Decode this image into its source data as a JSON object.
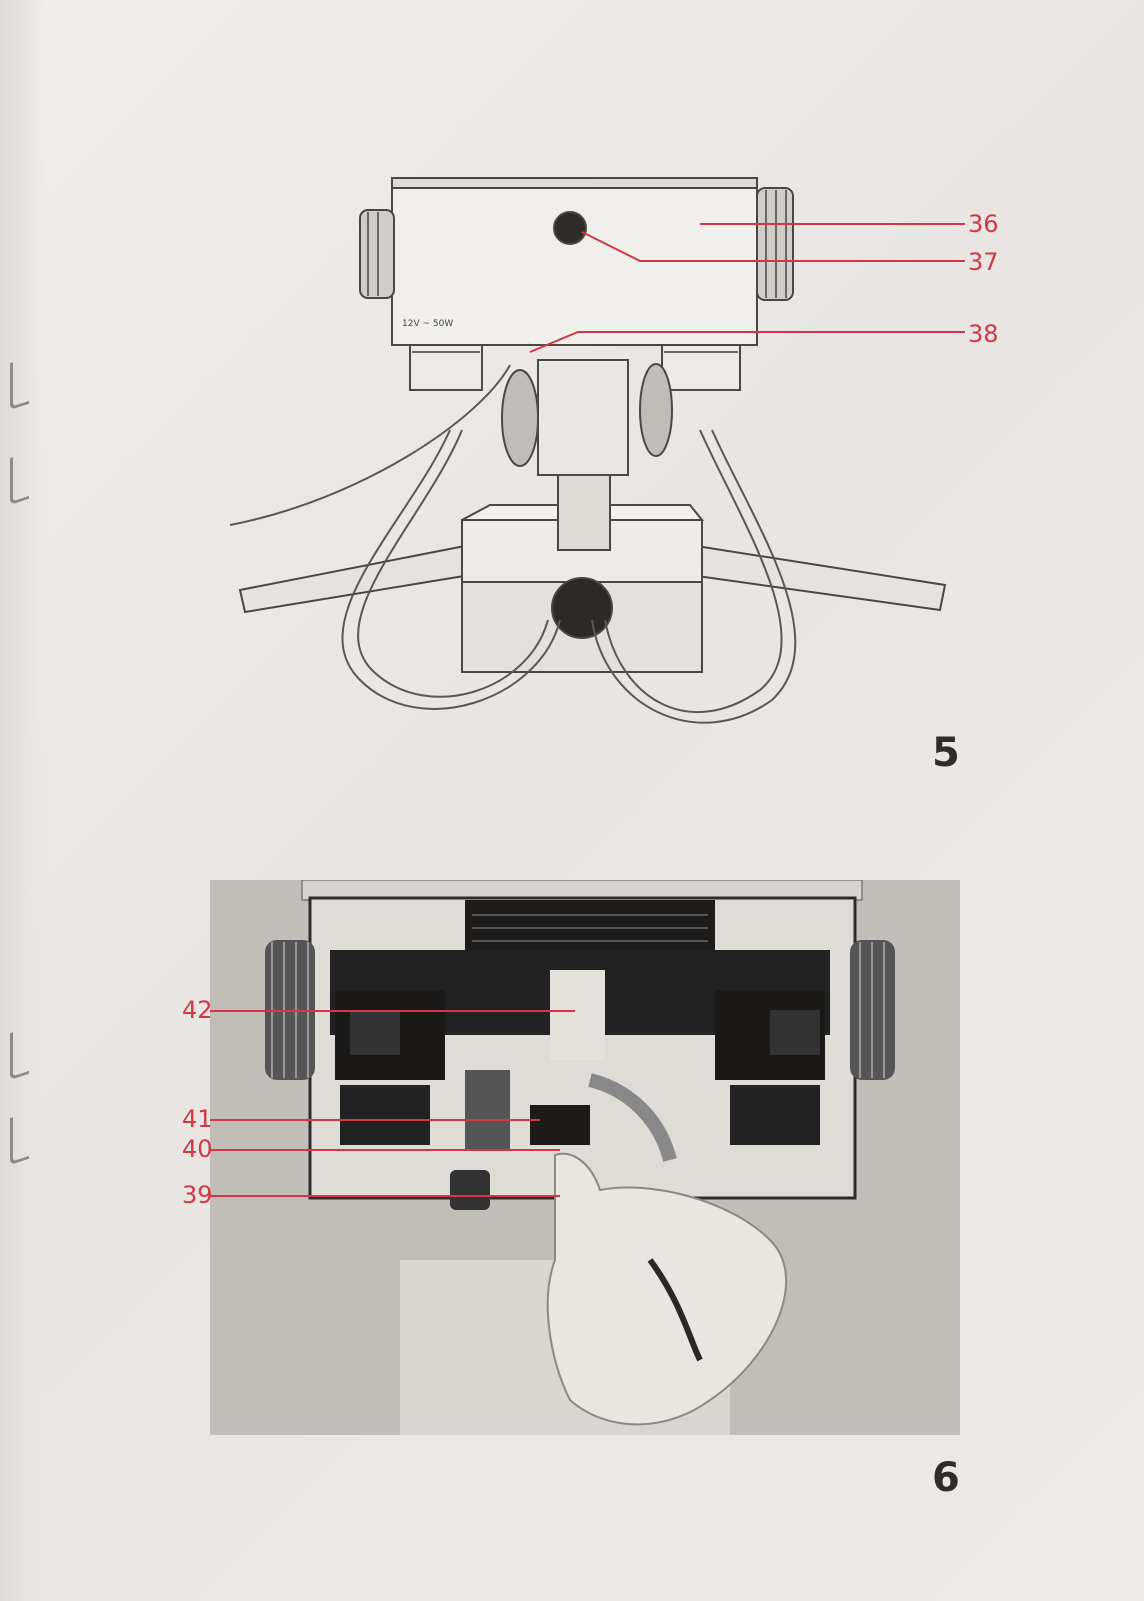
{
  "figures": [
    {
      "number": "5",
      "callouts": [
        "36",
        "37",
        "38"
      ]
    },
    {
      "number": "6",
      "callouts": [
        "42",
        "41",
        "40",
        "39"
      ]
    }
  ],
  "panel_text": "12V ~ 50W",
  "colors": {
    "callout": "#cf3844",
    "paper": "#ece9e6",
    "ink": "#2f2d2c"
  }
}
